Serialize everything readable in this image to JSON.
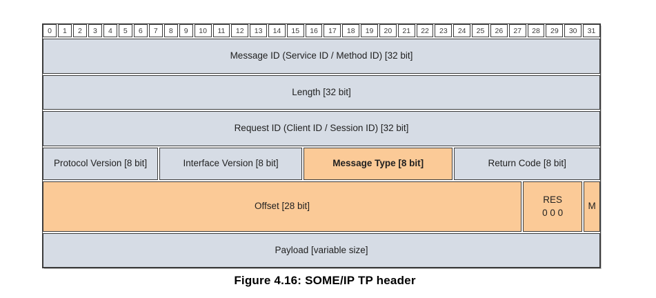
{
  "colors": {
    "field_gray": "#D6DCE5",
    "field_orange": "#FBCA97",
    "border": "#3a3a3a",
    "text": "#1f1f1f",
    "background": "#ffffff"
  },
  "bit_ruler": {
    "bits": [
      "0",
      "1",
      "2",
      "3",
      "4",
      "5",
      "6",
      "7",
      "8",
      "9",
      "10",
      "11",
      "12",
      "13",
      "14",
      "15",
      "16",
      "17",
      "18",
      "19",
      "20",
      "21",
      "22",
      "23",
      "24",
      "25",
      "26",
      "27",
      "28",
      "29",
      "30",
      "31"
    ]
  },
  "fields": {
    "message_id": "Message ID (Service ID / Method ID) [32 bit]",
    "length": "Length [32 bit]",
    "request_id": "Request ID (Client ID / Session ID) [32 bit]",
    "protocol_version": "Protocol Version [8 bit]",
    "interface_version": "Interface Version [8 bit]",
    "message_type": "Message Type [8 bit]",
    "return_code": "Return Code [8 bit]",
    "offset": "Offset [28 bit]",
    "res_label": "RES",
    "res_bits": "0 0 0",
    "more_flag": "M",
    "payload": "Payload [variable size]"
  },
  "caption": "Figure 4.16: SOME/IP TP header"
}
